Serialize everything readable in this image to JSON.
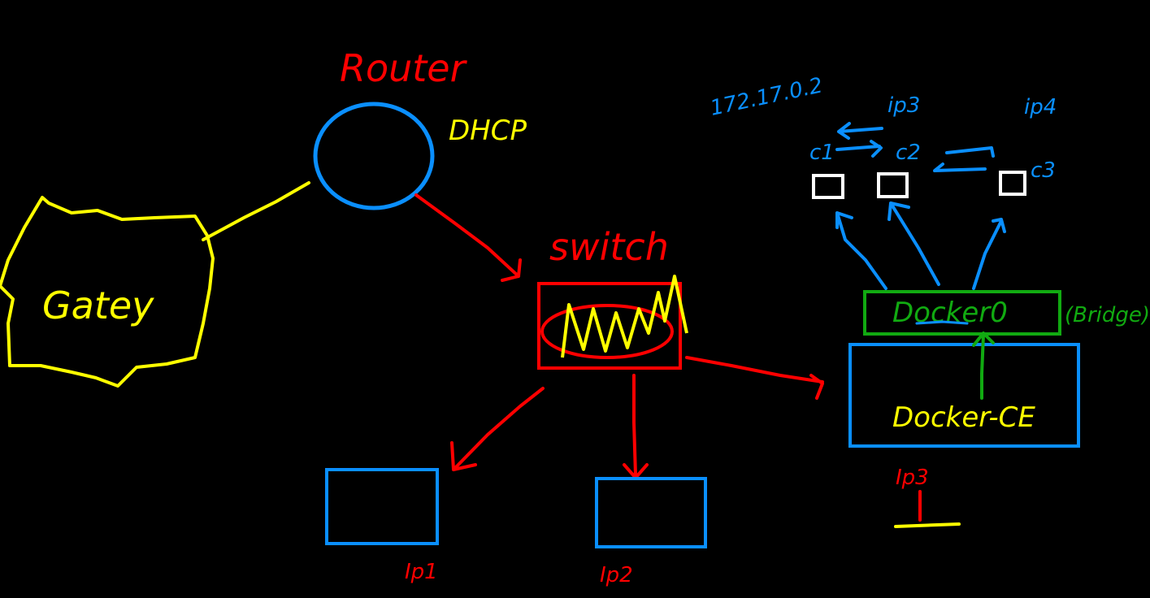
{
  "colors": {
    "background": "#000000",
    "red": "#ff0000",
    "blue": "#0a8fff",
    "yellow": "#ffff00",
    "green": "#11aa11",
    "white": "#ffffff"
  },
  "labels": {
    "router": "Router",
    "dhcp": "DHCP",
    "gateway": "Gatey",
    "switch": "switch",
    "docker0": "Docker0",
    "bridge": "(Bridge)",
    "docker_ce": "Docker-CE",
    "ip1": "Ip1",
    "ip2": "Ip2",
    "ip3": "Ip3",
    "container_ip": "172.17.0.2",
    "ip_3": "ip3",
    "ip_4": "ip4",
    "c1": "c1",
    "c2": "c2",
    "c3": "c3"
  }
}
